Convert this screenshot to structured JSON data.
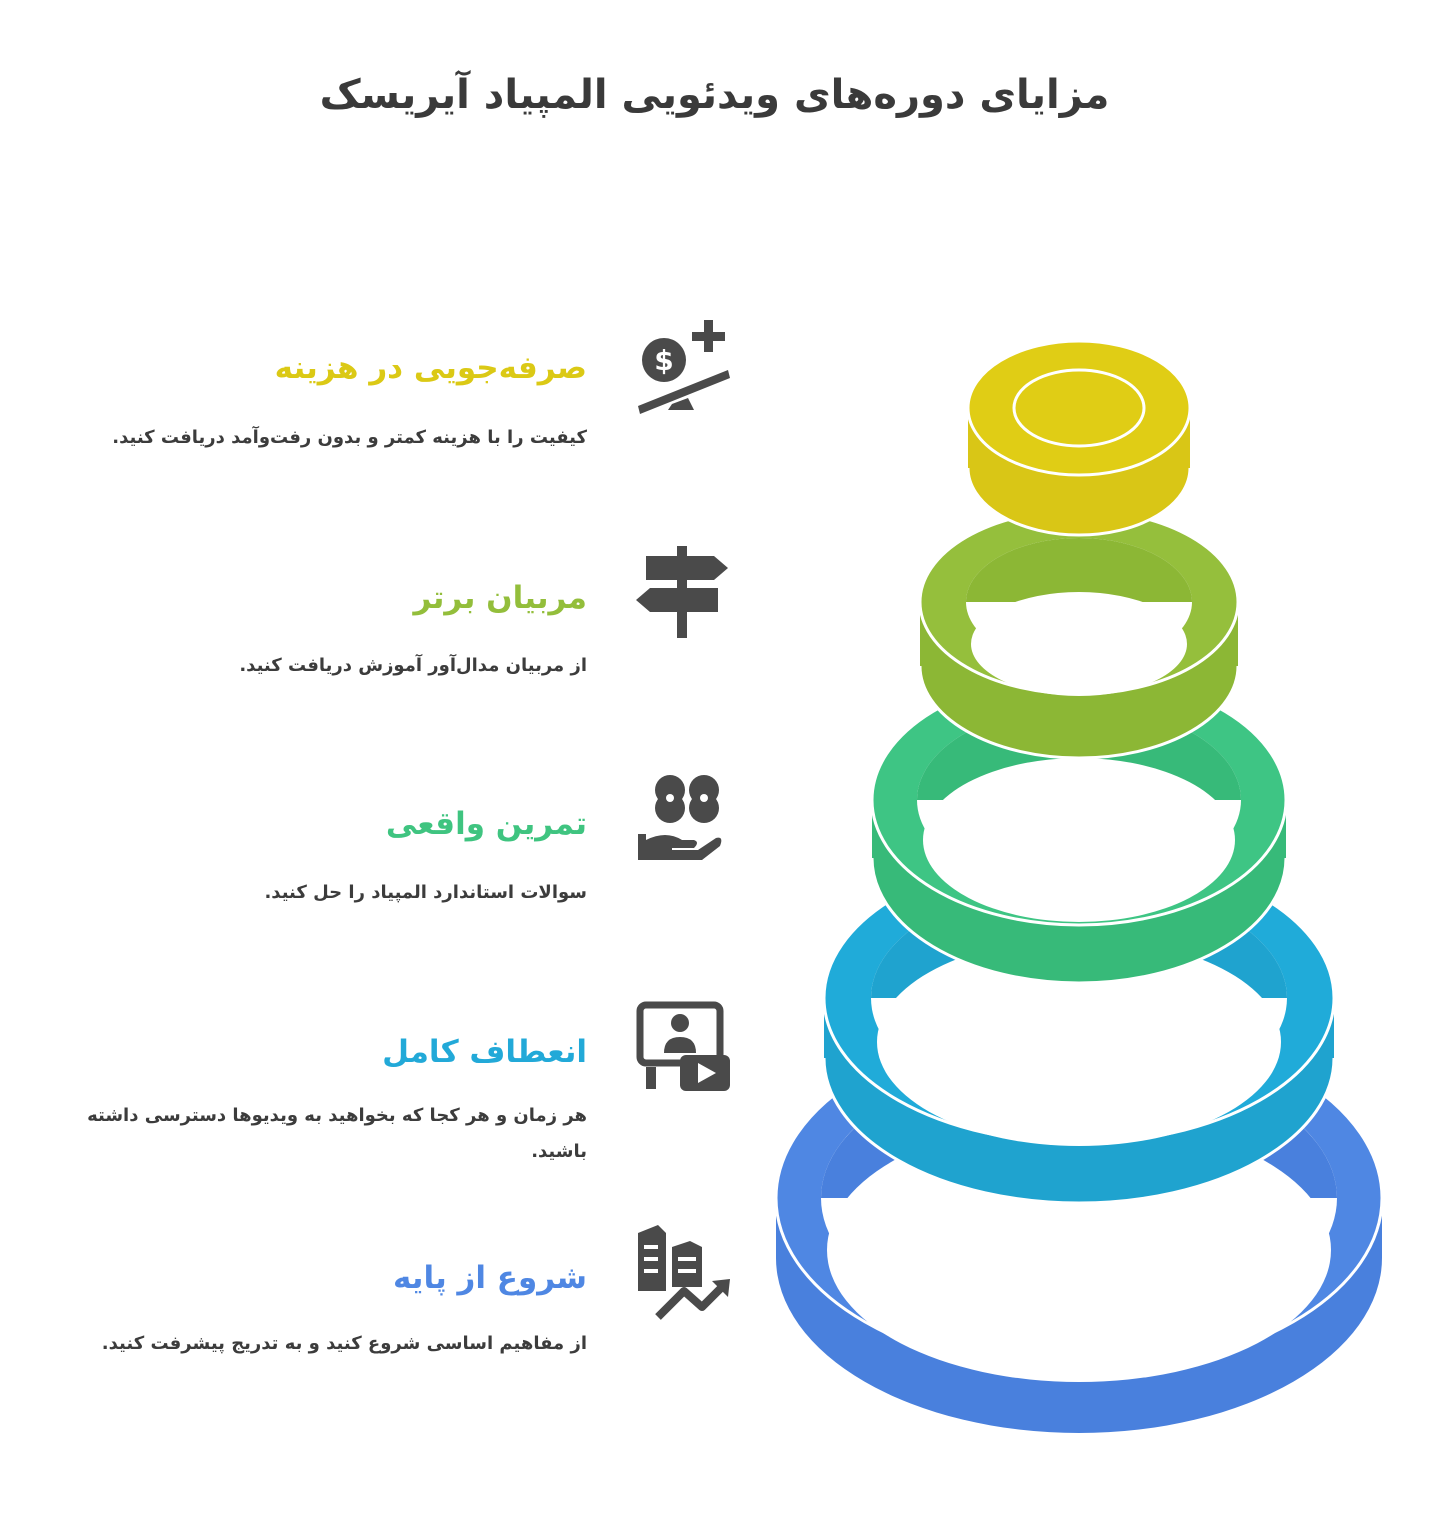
{
  "title": "مزایای دوره‌های ویدئویی المپیاد آیریسک",
  "items": [
    {
      "title": "صرفه‌جویی در هزینه",
      "description": "کیفیت را با هزینه کمتر و بدون رفت‌وآمد دریافت کنید.",
      "color": "#dbc915",
      "icon": "money-balance-plus-icon"
    },
    {
      "title": "مربیان برتر",
      "description": "از مربیان مدال‌آور آموزش دریافت کنید.",
      "color": "#93be3b",
      "icon": "signpost-icon"
    },
    {
      "title": "تمرین واقعی",
      "description": "سوالات استاندارد المپیاد را حل کنید.",
      "color": "#3fc480",
      "icon": "hand-brain-icon"
    },
    {
      "title": "انعطاف کامل",
      "description": "هر زمان و هر کجا که بخواهید به ویدیوها دسترسی داشته باشید.",
      "color": "#22a9d8",
      "icon": "video-presentation-icon"
    },
    {
      "title": "شروع از پایه",
      "description": "از مفاهیم اساسی شروع کنید و به تدریج پیشرفت کنید.",
      "color": "#4f87e3",
      "icon": "buildings-growth-icon"
    }
  ],
  "colors": {
    "ring_yellow": "#e0cd15",
    "ring_yellow_side": "#d9c616",
    "ring_lime": "#95bf3c",
    "ring_lime_side": "#8cb735",
    "ring_green": "#3ec584",
    "ring_green_side": "#37ba79",
    "ring_cyan": "#20abd9",
    "ring_cyan_side": "#1fa3cf",
    "ring_blue": "#4f87e3",
    "ring_blue_side": "#4980dd",
    "icon_gray": "#4a4a4a"
  }
}
